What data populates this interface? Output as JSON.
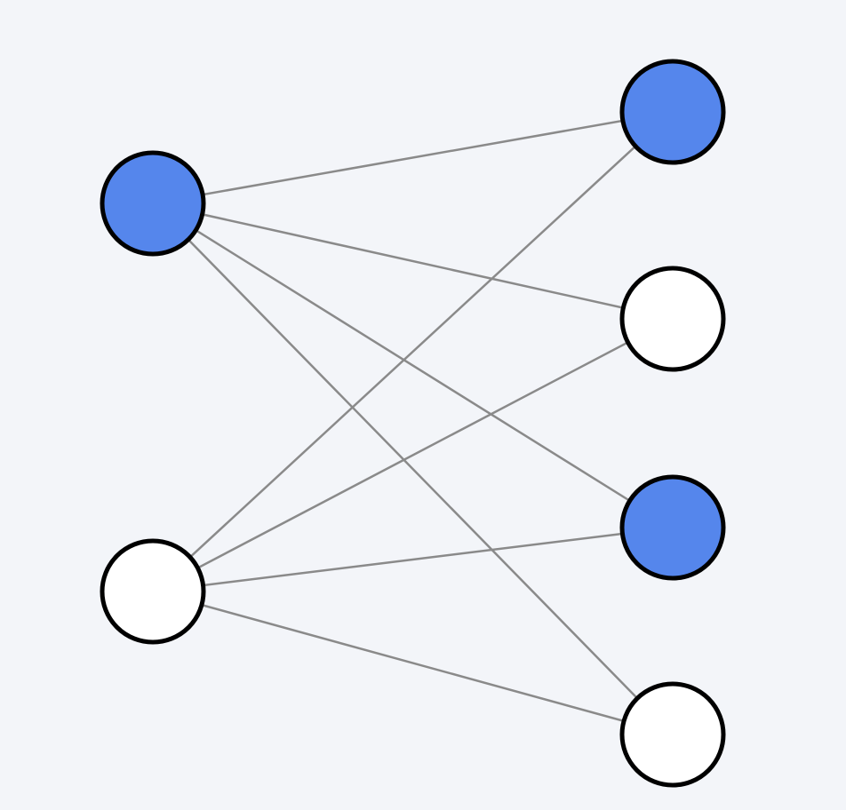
{
  "graph": {
    "type": "complete-bipartite",
    "colors": {
      "background": "#f3f5f9",
      "selected": "#5586ec",
      "unselected": "#ffffff",
      "outline": "#000000",
      "edge": "#8a8a8a"
    },
    "left_nodes": [
      {
        "id": "L1",
        "state": "selected"
      },
      {
        "id": "L2",
        "state": "unselected"
      }
    ],
    "right_nodes": [
      {
        "id": "R1",
        "state": "selected"
      },
      {
        "id": "R2",
        "state": "unselected"
      },
      {
        "id": "R3",
        "state": "selected"
      },
      {
        "id": "R4",
        "state": "unselected"
      }
    ],
    "edges": [
      [
        "L1",
        "R1"
      ],
      [
        "L1",
        "R2"
      ],
      [
        "L1",
        "R3"
      ],
      [
        "L1",
        "R4"
      ],
      [
        "L2",
        "R1"
      ],
      [
        "L2",
        "R2"
      ],
      [
        "L2",
        "R3"
      ],
      [
        "L2",
        "R4"
      ]
    ]
  }
}
